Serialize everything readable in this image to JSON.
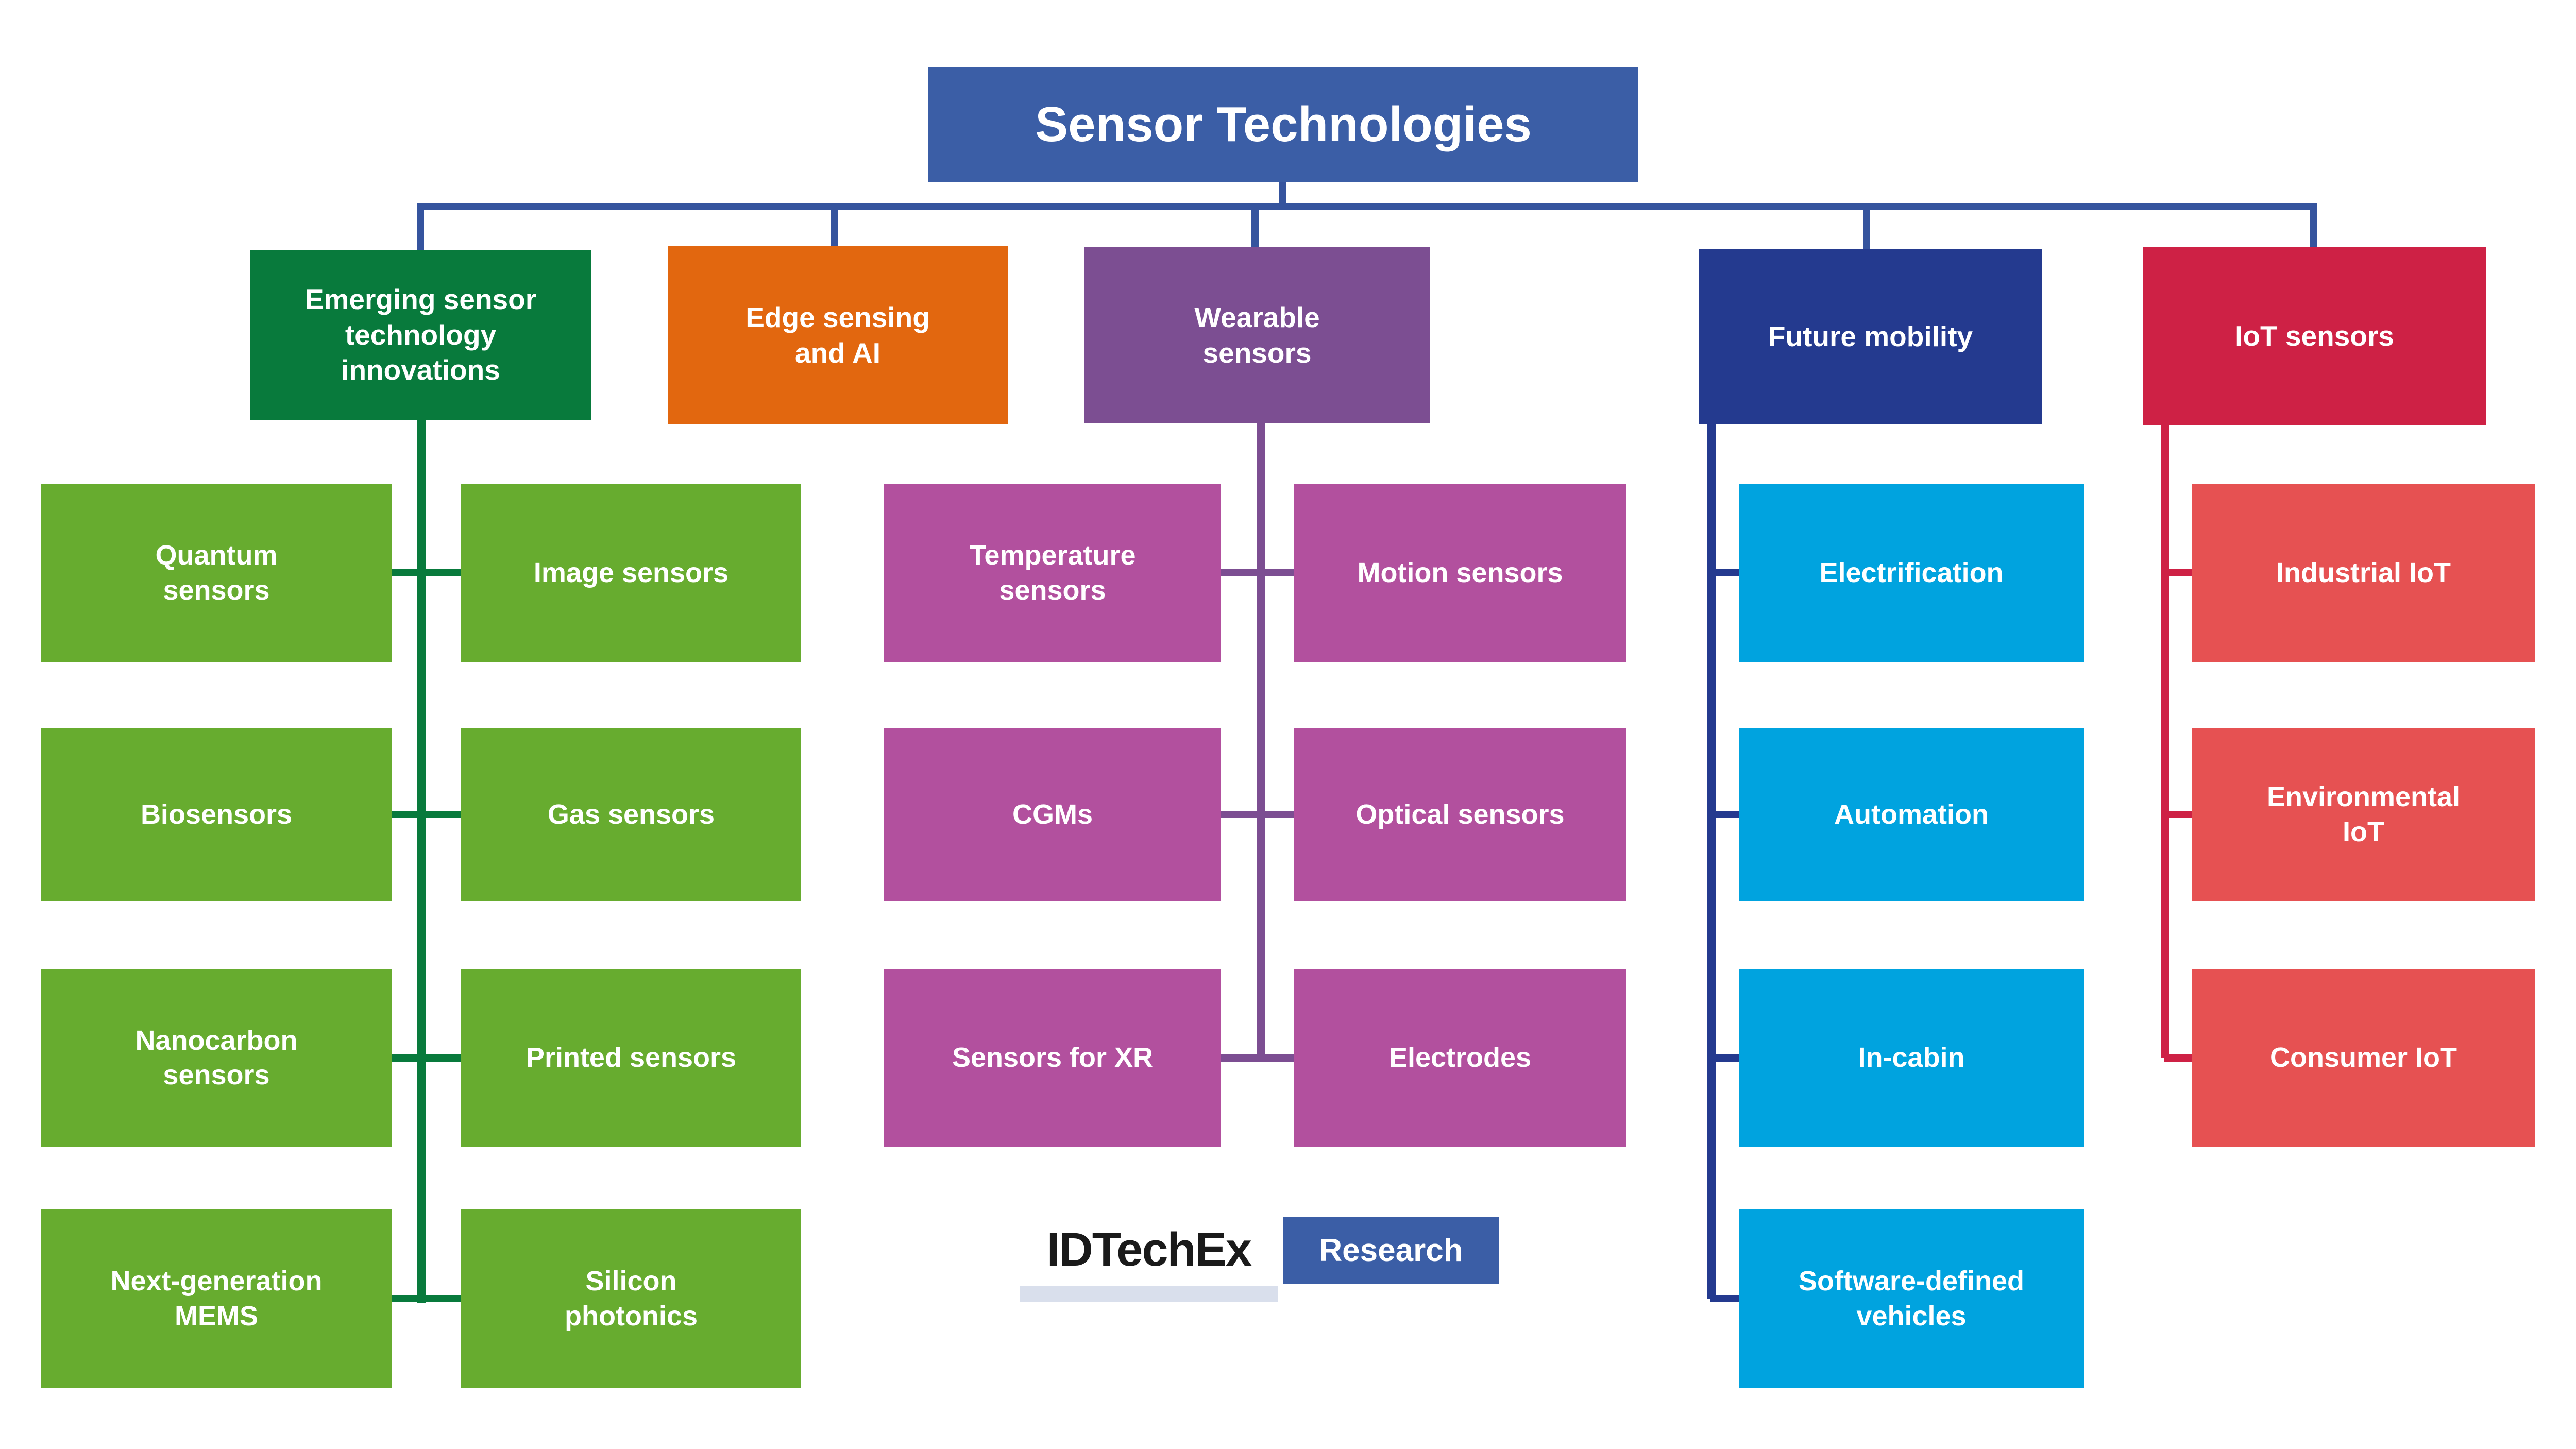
{
  "title": {
    "label": "Sensor Technologies"
  },
  "colors": {
    "title_bg": "#3B5EA6",
    "connector_blue": "#35549E",
    "green_header": "#087A3C",
    "green_child": "#67AC2F",
    "orange_header": "#E2670F",
    "purple_header": "#7C4E92",
    "magenta_child": "#B2509E",
    "dark_blue_header": "#243A8F",
    "light_blue_child": "#00A3DF",
    "crimson_header": "#CE2145",
    "red_child": "#E65152",
    "logo_underline": "#D9DFEC",
    "logo_research_bg": "#3B5EA6"
  },
  "sections": [
    {
      "label": "Emerging sensor\ntechnology\ninnovations",
      "children": [
        "Quantum\nsensors",
        "Image sensors",
        "Biosensors",
        "Gas sensors",
        "Nanocarbon\nsensors",
        "Printed sensors",
        "Next-generation\nMEMS",
        "Silicon\nphotonics"
      ]
    },
    {
      "label": "Edge sensing\nand AI",
      "children": []
    },
    {
      "label": "Wearable\nsensors",
      "children": [
        "Temperature\nsensors",
        "Motion sensors",
        "CGMs",
        "Optical sensors",
        "Sensors for XR",
        "Electrodes"
      ]
    },
    {
      "label": "Future mobility",
      "children": [
        "Electrification",
        "Automation",
        "In-cabin",
        "Software-defined\nvehicles"
      ]
    },
    {
      "label": "IoT sensors",
      "children": [
        "Industrial IoT",
        "Environmental\nIoT",
        "Consumer IoT"
      ]
    }
  ],
  "logo": {
    "brand": "IDTechEx",
    "suffix": "Research"
  }
}
